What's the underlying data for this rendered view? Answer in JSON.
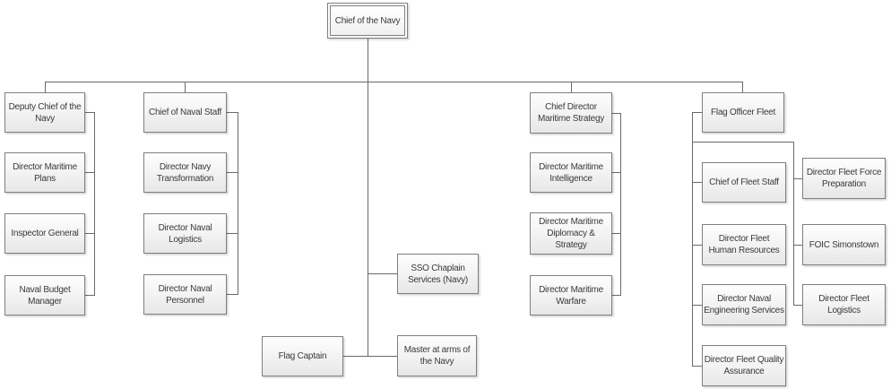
{
  "org": {
    "type": "org-chart",
    "root": {
      "label": "Chief of the Navy",
      "children": [
        {
          "label": "Deputy Chief of the Navy",
          "children": [
            {
              "label": "Director Maritime Plans"
            },
            {
              "label": "Inspector General"
            },
            {
              "label": "Naval Budget Manager"
            }
          ]
        },
        {
          "label": "Chief of Naval Staff",
          "children": [
            {
              "label": "Director Navy Transformation"
            },
            {
              "label": "Director Naval Logistics"
            },
            {
              "label": "Director Naval Personnel"
            }
          ]
        },
        {
          "label": "SSO Chaplain Services (Navy)"
        },
        {
          "label": "Flag Captain"
        },
        {
          "label": "Master at arms of the Navy"
        },
        {
          "label": "Chief Director Maritime Strategy",
          "children": [
            {
              "label": "Director Maritime Intelligence"
            },
            {
              "label": "Director Maritime Diplomacy & Strategy"
            },
            {
              "label": "Director Maritime Warfare"
            }
          ]
        },
        {
          "label": "Flag Officer Fleet",
          "children": [
            {
              "label": "Chief of Fleet Staff"
            },
            {
              "label": "Director Fleet Human Resources"
            },
            {
              "label": "Director Naval Engineering Services"
            },
            {
              "label": "Director Fleet Quality Assurance"
            },
            {
              "label": "Director Fleet Force Preparation"
            },
            {
              "label": "FOIC Simonstown"
            },
            {
              "label": "Director Fleet Logistics"
            }
          ]
        }
      ]
    },
    "colors": {
      "box_border": "#7f7f7f",
      "box_fill_top": "#fefefe",
      "box_fill_bottom": "#e7e7e7",
      "connector": "#6a6a6a",
      "text": "#3a3a3a",
      "background": "#ffffff"
    }
  }
}
